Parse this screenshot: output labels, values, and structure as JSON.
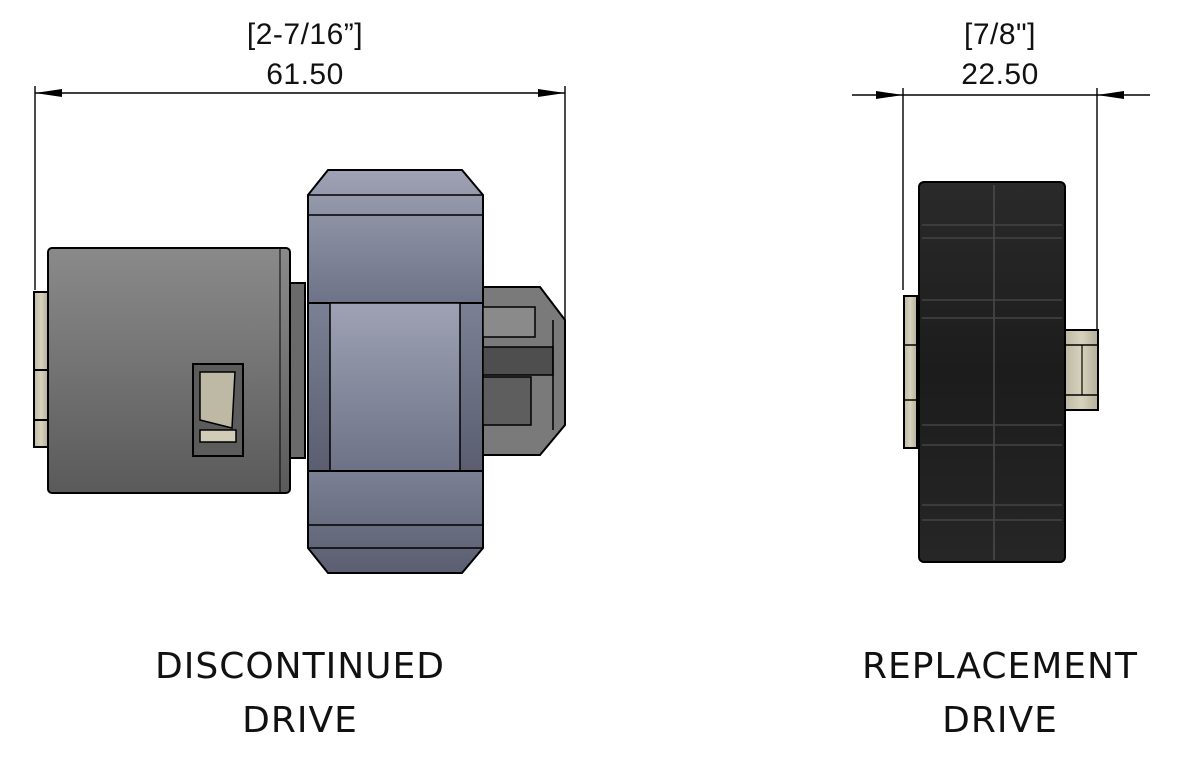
{
  "left": {
    "dim_imperial": "[2-7/16”]",
    "dim_metric": "61.50",
    "caption_line1": "DISCONTINUED",
    "caption_line2": "DRIVE"
  },
  "right": {
    "dim_imperial": "[7/8\"]",
    "dim_metric": "22.50",
    "caption_line1": "REPLACEMENT",
    "caption_line2": "DRIVE"
  },
  "colors": {
    "discontinued_body": "#6d6d6d",
    "discontinued_nut": "#8c90a3",
    "replacement_body": "#1e1e1e",
    "fitting_tan": "#c8c4b0",
    "line": "#000000"
  }
}
